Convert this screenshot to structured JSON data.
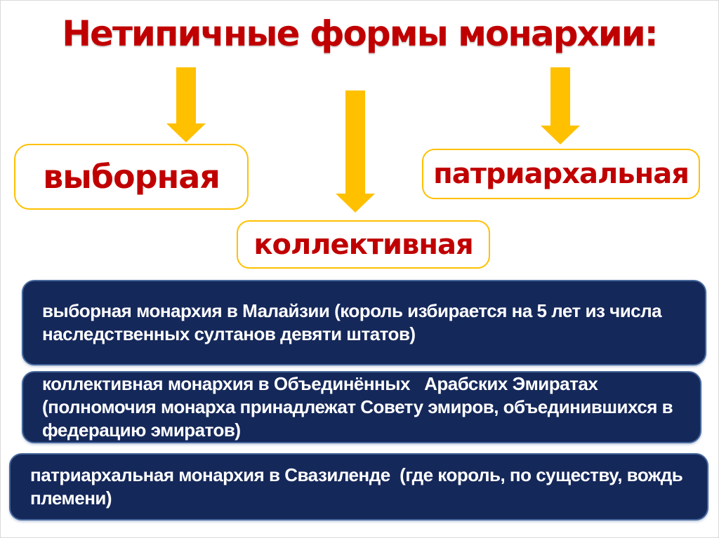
{
  "slide": {
    "title": "Нетипичные формы монархии:",
    "colors": {
      "title_red": "#C00000",
      "label_red": "#C00000",
      "arrow_gold": "#FFC000",
      "label_border_yellow": "#FFC000",
      "desc_navy": "#15285A",
      "desc_border_blue": "#46689C",
      "desc_text": "#FFFFFF",
      "background": "#FFFFFF"
    }
  },
  "icons": {
    "arrow_1": "down-arrow",
    "arrow_2": "down-arrow",
    "arrow_3": "down-arrow"
  },
  "labels": {
    "elective": "выборная",
    "patriarchal": "патриархальная",
    "collective": "коллективная"
  },
  "descriptions": {
    "elective": {
      "lines": [
        "выборная монархия в Малайзии (король избирается на 5 лет из числа",
        "наследственных султанов девяти штатов)"
      ]
    },
    "collective": {
      "lines": [
        "коллективная монархия в Объединённых   Арабских Эмиратах",
        "(полномочия монарха принадлежат Совету эмиров, объединившихся в",
        "федерацию эмиратов)"
      ]
    },
    "patriarchal": {
      "lines": [
        "патриархальная монархия в Свазиленде  (где король, по существу, вождь",
        "племени)"
      ]
    }
  }
}
